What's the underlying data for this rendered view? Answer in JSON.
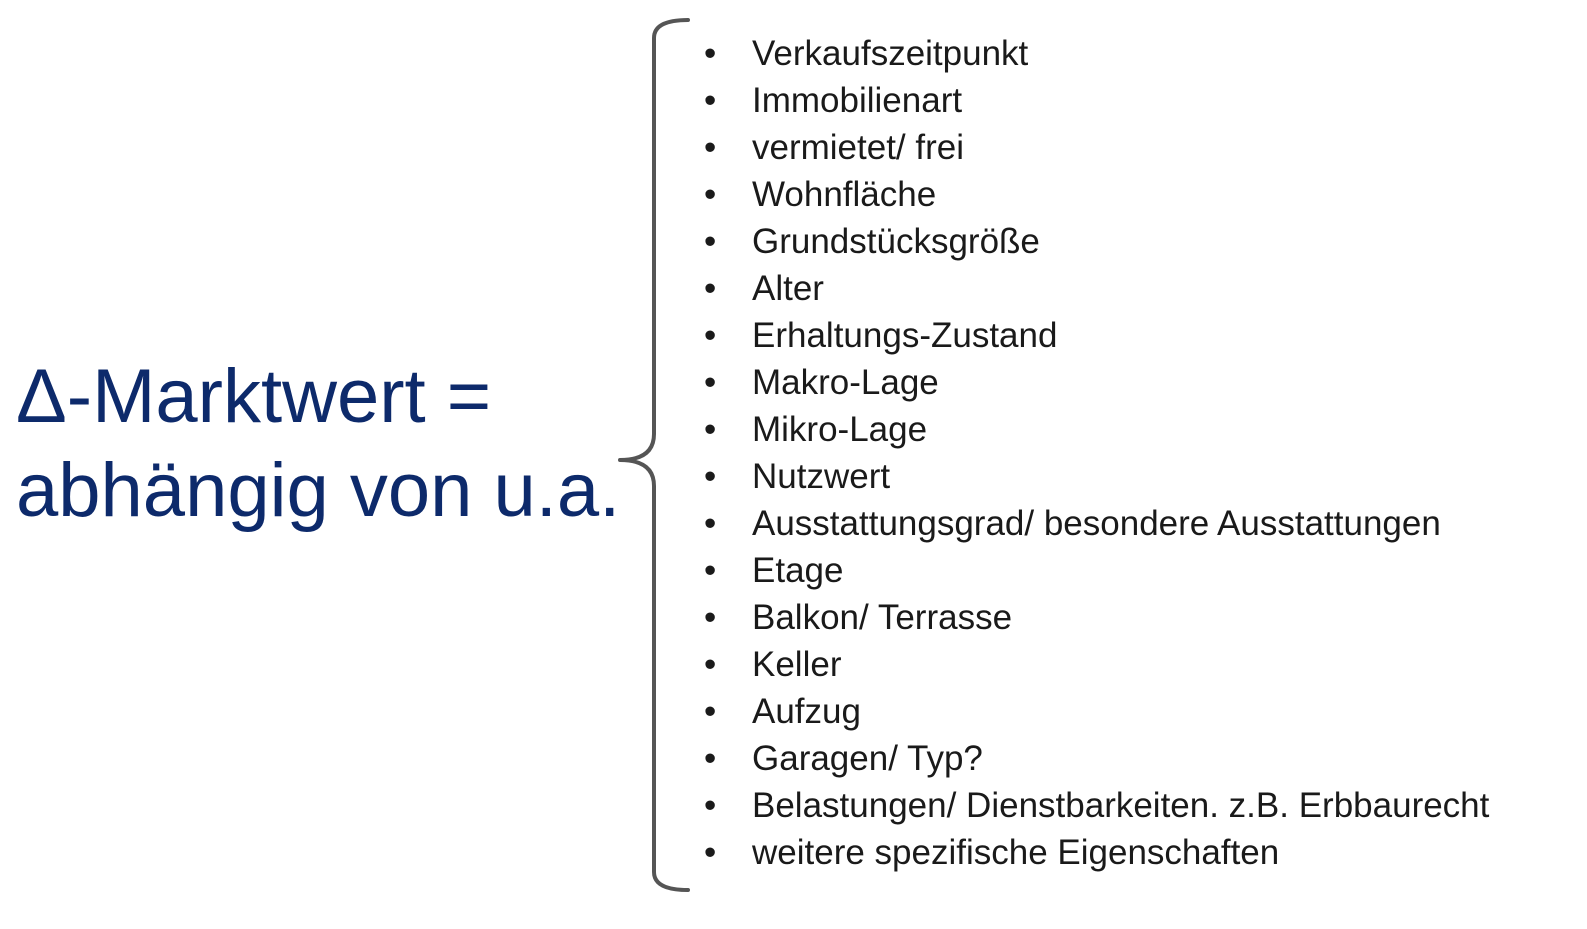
{
  "heading": {
    "line1": "Δ-Marktwert =",
    "line2": "abhängig von u.a."
  },
  "factors": [
    "Verkaufszeitpunkt",
    "Immobilienart",
    "vermietet/ frei",
    "Wohnfläche",
    "Grundstücksgröße",
    "Alter",
    "Erhaltungs-Zustand",
    "Makro-Lage",
    "Mikro-Lage",
    "Nutzwert",
    "Ausstattungsgrad/ besondere Ausstattungen",
    "Etage",
    "Balkon/ Terrasse",
    "Keller",
    "Aufzug",
    "Garagen/ Typ?",
    "Belastungen/ Dienstbarkeiten. z.B. Erbbaurecht",
    "weitere spezifische Eigenschaften"
  ],
  "colors": {
    "heading": "#0d2a6b",
    "text": "#1a1a1a",
    "brace": "#555555"
  }
}
